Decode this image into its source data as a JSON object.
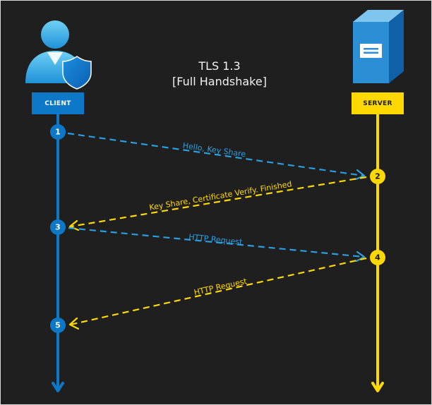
{
  "title": {
    "line1": "TLS 1.3",
    "line2": "[Full Handshake]"
  },
  "actors": {
    "client": {
      "label": "CLIENT",
      "icon": "user-shield-icon",
      "color": "#0d78c8"
    },
    "server": {
      "label": "SERVER",
      "icon": "server-icon",
      "color": "#ffd800"
    }
  },
  "steps": [
    "1",
    "2",
    "3",
    "4",
    "5"
  ],
  "messages": [
    {
      "from": "client",
      "to": "server",
      "label": "Hello, Key Share"
    },
    {
      "from": "server",
      "to": "client",
      "label": "Key Share, Certificate Verify. Finished"
    },
    {
      "from": "client",
      "to": "server",
      "label": "HTTP Request"
    },
    {
      "from": "server",
      "to": "client",
      "label": "HTTP Request"
    }
  ],
  "colors": {
    "background": "#1f1f1f",
    "client_line": "#0d78c8",
    "client_message": "#2a9fe0",
    "server_line": "#ffd800",
    "title_text": "#f2f2f2"
  }
}
